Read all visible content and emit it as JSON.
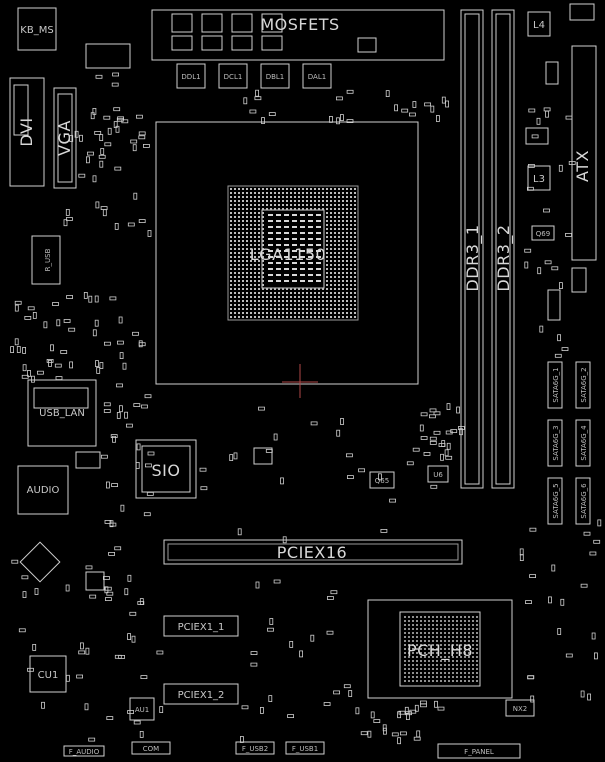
{
  "connectors": {
    "kb_ms": "KB_MS",
    "dvi": "DVI",
    "vga": "VGA",
    "r_usb": "R_USB",
    "usb_lan": "USB_LAN",
    "audio": "AUDIO",
    "atx": "ATX",
    "com": "COM",
    "f_usb2": "F_USB2",
    "f_usb1": "F_USB1",
    "f_audio": "F_AUDIO",
    "f_panel": "F_PANEL"
  },
  "chips": {
    "cpu_socket": "LGA1150",
    "sio": "SIO",
    "pch": "PCH_H8",
    "cu1": "CU1",
    "au1": "AU1",
    "u6": "U6",
    "l3": "L3",
    "l4": "L4",
    "q69": "Q69",
    "q65": "Q65",
    "nx2": "NX2"
  },
  "memory": {
    "slot1": "DDR3_1",
    "slot2": "DDR3_2"
  },
  "slots": {
    "pciex16": "PCIEX16",
    "pciex1_1": "PCIEX1_1",
    "pciex1_2": "PCIEX1_2"
  },
  "vrm": {
    "top_label": "MOSFETS",
    "chokes": [
      "DDL1",
      "DCL1",
      "DBL1",
      "DAL1"
    ]
  },
  "sata": [
    "SATA6G_1",
    "SATA6G_2",
    "SATA6G_3",
    "SATA6G_4",
    "SATA6G_5",
    "SATA6G_6"
  ]
}
